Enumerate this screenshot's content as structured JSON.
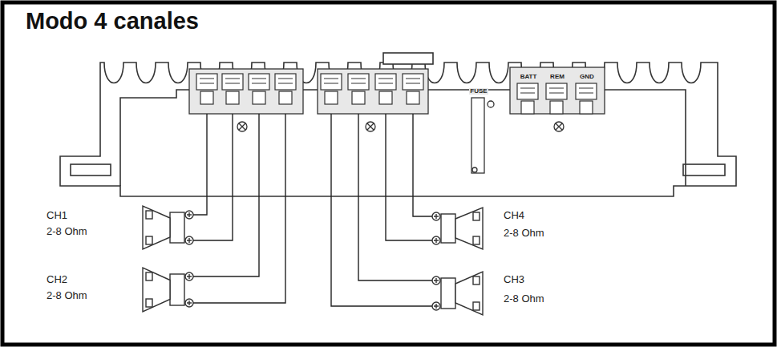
{
  "diagram": {
    "title": "Modo 4 canales",
    "labels": [
      "FUSE",
      "BATT",
      "REM",
      "GND",
      "CH1",
      "2-8 Ohm",
      "CH2",
      "2-8 Ohm",
      "CH4",
      "2-8 Ohm",
      "CH3",
      "2-8 Ohm"
    ]
  }
}
